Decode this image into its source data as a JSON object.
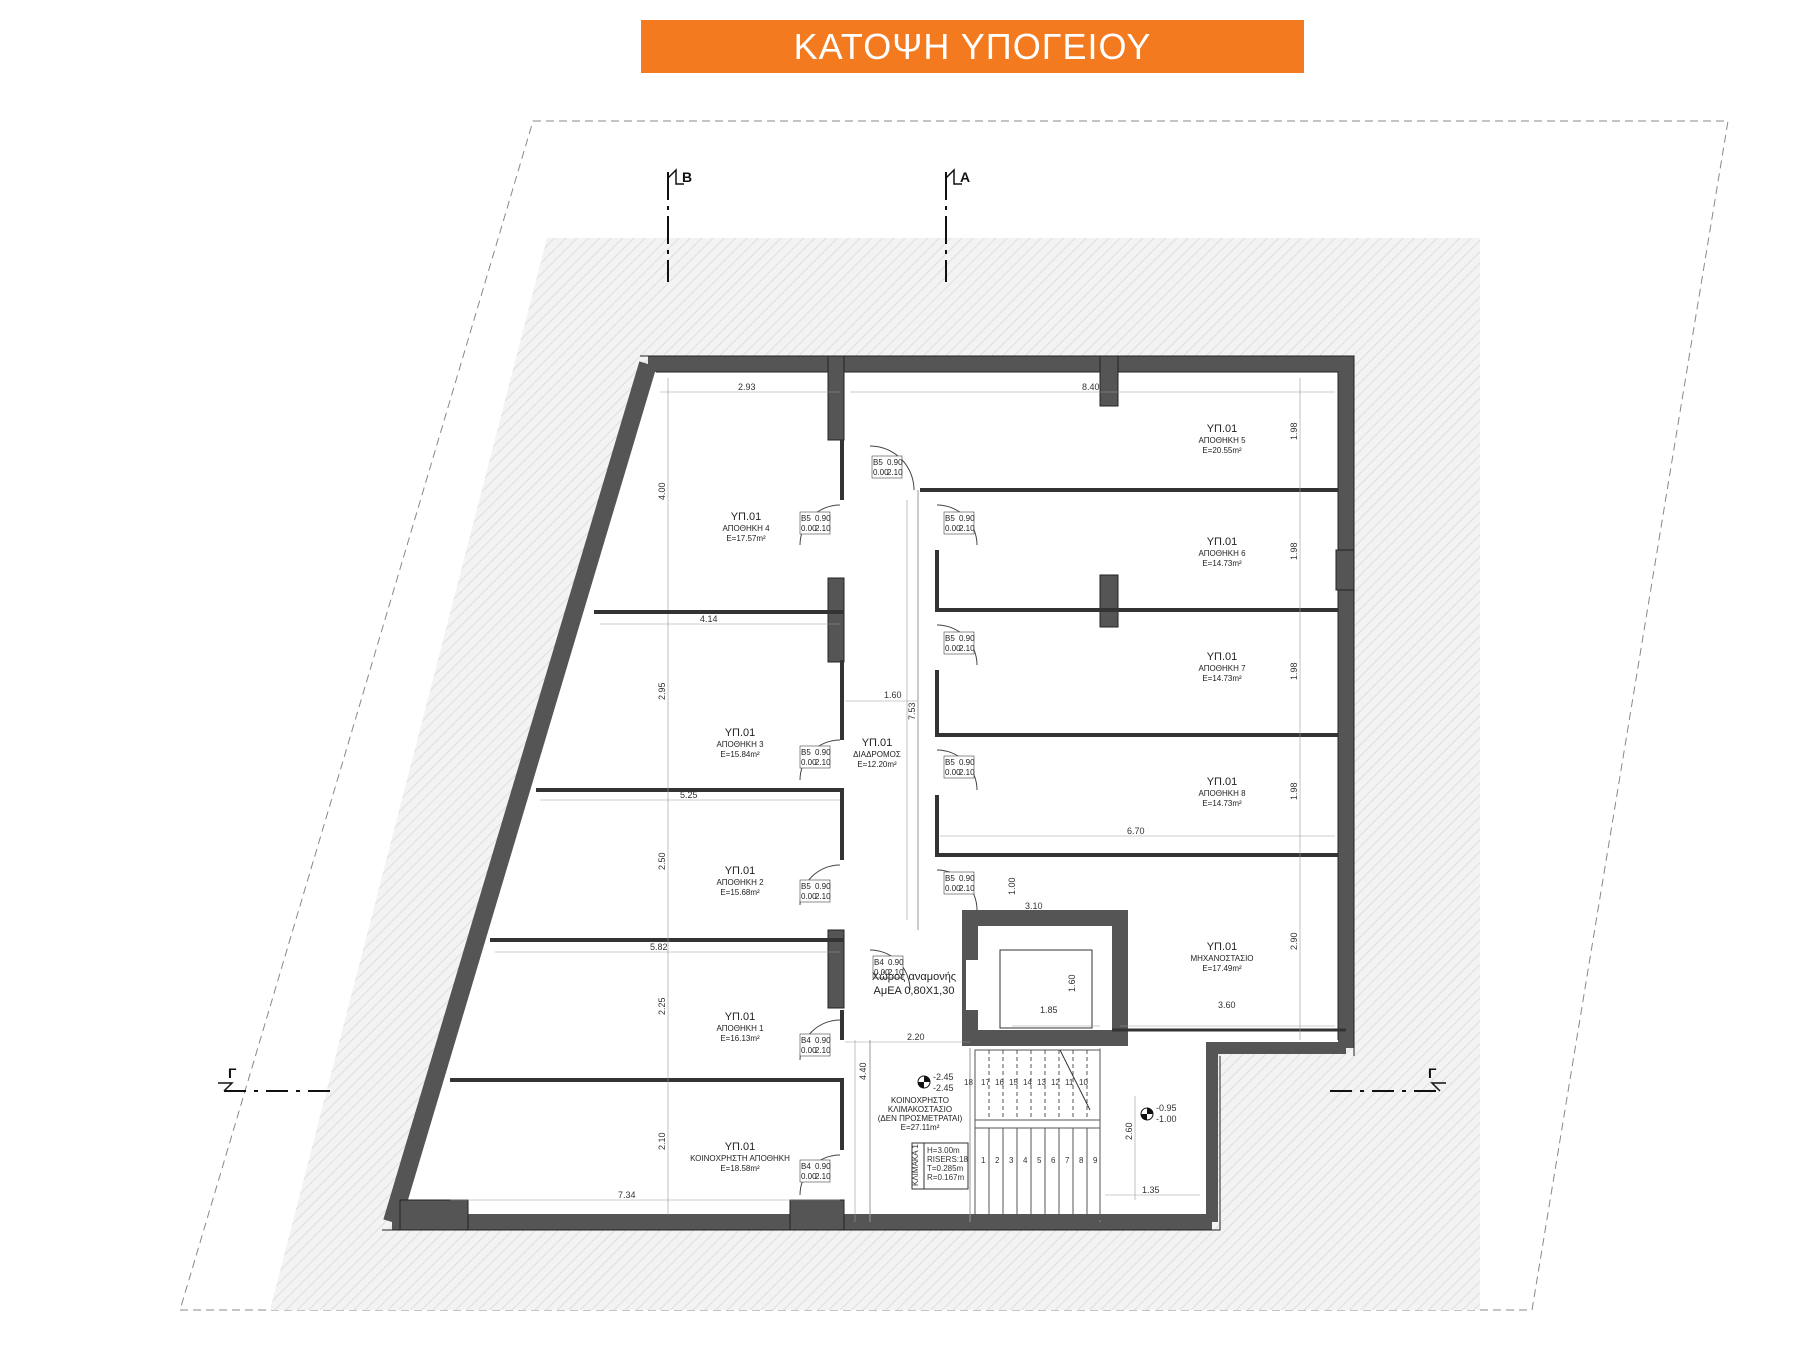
{
  "title": "ΚΑΤΟΨΗ ΥΠΟΓΕΙΟΥ",
  "colors": {
    "banner": "#f47a20",
    "wall": "#555555",
    "wall_edge": "#222222",
    "hatch": "#e6e6e6"
  },
  "sections": {
    "b": "B",
    "a": "A",
    "g_left": "Γ",
    "g_right": "Γ"
  },
  "rooms": [
    {
      "code": "ΥΠ.01",
      "name": "ΑΠΟΘΗΚΗ 5",
      "area": "Ε=20.55m²"
    },
    {
      "code": "ΥΠ.01",
      "name": "ΑΠΟΘΗΚΗ 6",
      "area": "Ε=14.73m²"
    },
    {
      "code": "ΥΠ.01",
      "name": "ΑΠΟΘΗΚΗ 7",
      "area": "Ε=14.73m²"
    },
    {
      "code": "ΥΠ.01",
      "name": "ΑΠΟΘΗΚΗ 8",
      "area": "Ε=14.73m²"
    },
    {
      "code": "ΥΠ.01",
      "name": "ΜΗΧΑΝΟΣΤΑΣΙΟ",
      "area": "Ε=17.49m²"
    },
    {
      "code": "ΥΠ.01",
      "name": "ΑΠΟΘΗΚΗ 4",
      "area": "Ε=17.57m²"
    },
    {
      "code": "ΥΠ.01",
      "name": "ΑΠΟΘΗΚΗ 3",
      "area": "Ε=15.84m²"
    },
    {
      "code": "ΥΠ.01",
      "name": "ΑΠΟΘΗΚΗ 2",
      "area": "Ε=15.68m²"
    },
    {
      "code": "ΥΠ.01",
      "name": "ΑΠΟΘΗΚΗ 1",
      "area": "Ε=16.13m²"
    },
    {
      "code": "ΥΠ.01",
      "name": "ΚΟΙΝΟΧΡΗΣΤΗ ΑΠΟΘΗΚΗ",
      "area": "Ε=18.58m²"
    },
    {
      "code": "ΥΠ.01",
      "name": "ΔΙΑΔΡΟΜΟΣ",
      "area": "Ε=12.20m²"
    }
  ],
  "stair": {
    "line1": "ΚΟΙΝΟΧΡΗΣΤΟ",
    "line2": "ΚΛΙΜΑΚΟΣΤΑΣΙΟ",
    "line3": "(ΔΕΝ ΠΡΟΣΜΕΤΡΑΤΑΙ)",
    "area": "Ε=27.11m²"
  },
  "waiting": {
    "line1": "Χώρος αναμονής",
    "line2": "ΑμΕΑ 0,80Χ1,30"
  },
  "levels": {
    "stair_top": "-2.45",
    "stair_bottom": "-2.45",
    "right_top": "-0.95",
    "right_bottom": "-1.00"
  },
  "dims": [
    "2.93",
    "8.40",
    "4.00",
    "1.98",
    "1.98",
    "1.98",
    "1.98",
    "4.14",
    "1.60",
    "7.53",
    "2.95",
    "5.25",
    "2.50",
    "6.70",
    "1.00",
    "3.10",
    "2.90",
    "5.82",
    "1.60",
    "1.85",
    "3.60",
    "2.25",
    "2.20",
    "4.40",
    "2.60",
    "2.10",
    "7.34",
    "1.35"
  ],
  "door_b5": {
    "code": "Β5",
    "w": "0.90",
    "x": "0.00",
    "h": "2.10"
  },
  "door_b4": {
    "code": "Β4",
    "w": "0.90",
    "x": "0.00",
    "h": "2.10"
  },
  "stair_steps_top": [
    "18",
    "17",
    "16",
    "15",
    "14",
    "13",
    "12",
    "11",
    "10"
  ],
  "stair_steps_bottom": [
    "1",
    "2",
    "3",
    "4",
    "5",
    "6",
    "7",
    "8",
    "9"
  ],
  "stair_table": [
    "ΚΛΙΜΑΚΑ 1",
    "H=3.00m",
    "RISERS:18",
    "T=0.285m",
    "R=0.167m"
  ]
}
